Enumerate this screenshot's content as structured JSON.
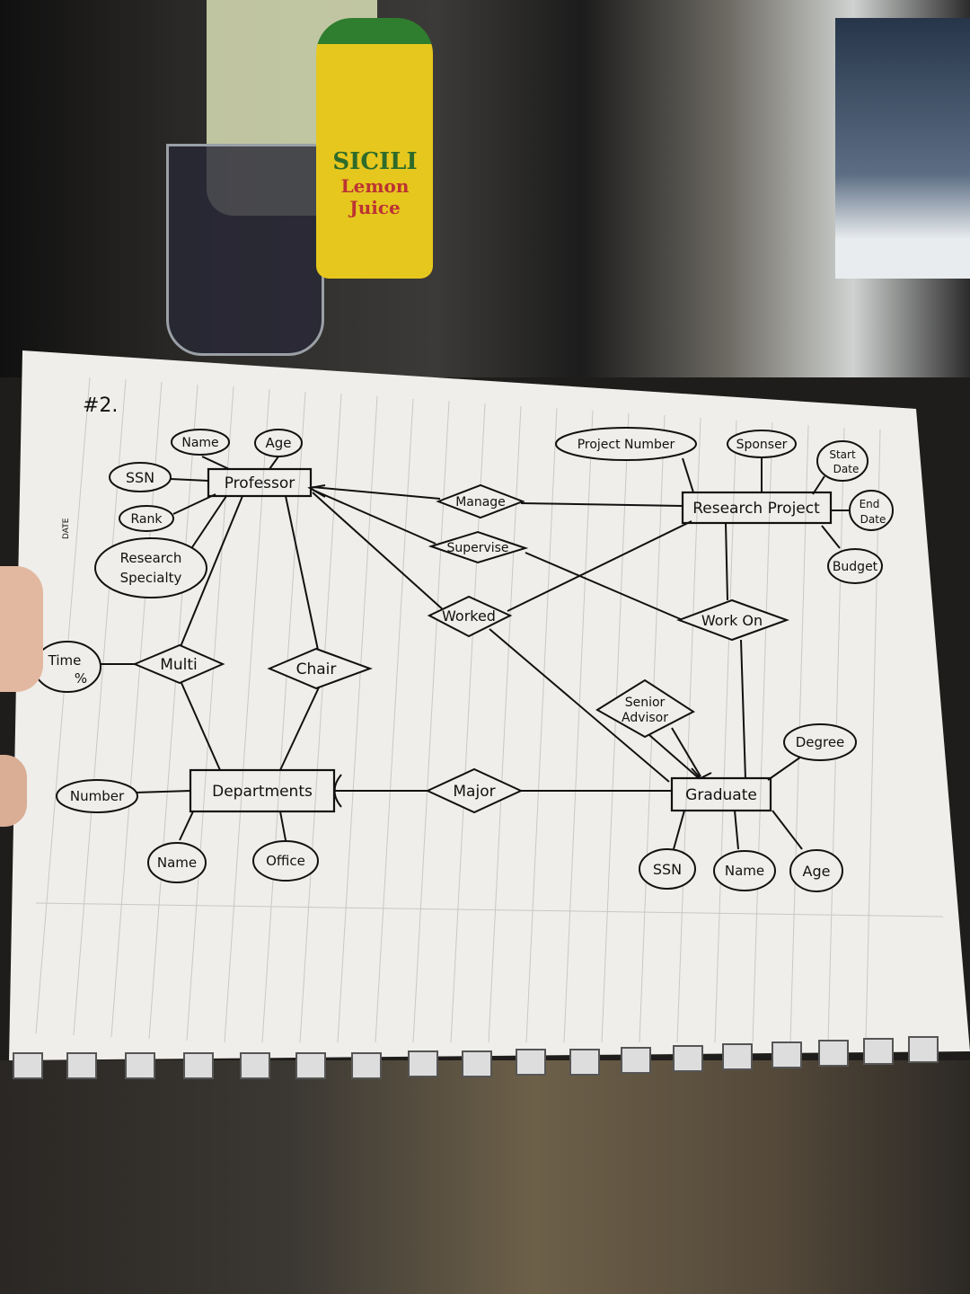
{
  "scene": {
    "bottle_label_1": "SICILI",
    "bottle_label_2": "Lemon",
    "bottle_label_3": "Juice",
    "margin_label": "DATE"
  },
  "diagram": {
    "heading": "#2.",
    "entities": {
      "professor": "Professor",
      "research_project": "Research Project",
      "departments": "Departments",
      "graduate": "Graduate"
    },
    "relationships": {
      "manage": "Manage",
      "supervise": "Supervise",
      "worked": "Worked",
      "work_on": "Work On",
      "multi": "Multi",
      "chair": "Chair",
      "major": "Major",
      "senior_advisor_1": "Senior",
      "senior_advisor_2": "Advisor"
    },
    "attributes": {
      "prof_name": "Name",
      "prof_age": "Age",
      "prof_ssn": "SSN",
      "prof_rank": "Rank",
      "prof_specialty_1": "Research",
      "prof_specialty_2": "Specialty",
      "time_1": "Time",
      "time_2": "%",
      "proj_number": "Project Number",
      "proj_sponsor": "Sponser",
      "proj_start_1": "Start",
      "proj_start_2": "Date",
      "proj_end_1": "End",
      "proj_end_2": "Date",
      "proj_budget": "Budget",
      "dept_number": "Number",
      "dept_name": "Name",
      "dept_office": "Office",
      "grad_degree": "Degree",
      "grad_ssn": "SSN",
      "grad_name": "Name",
      "grad_age": "Age"
    }
  }
}
